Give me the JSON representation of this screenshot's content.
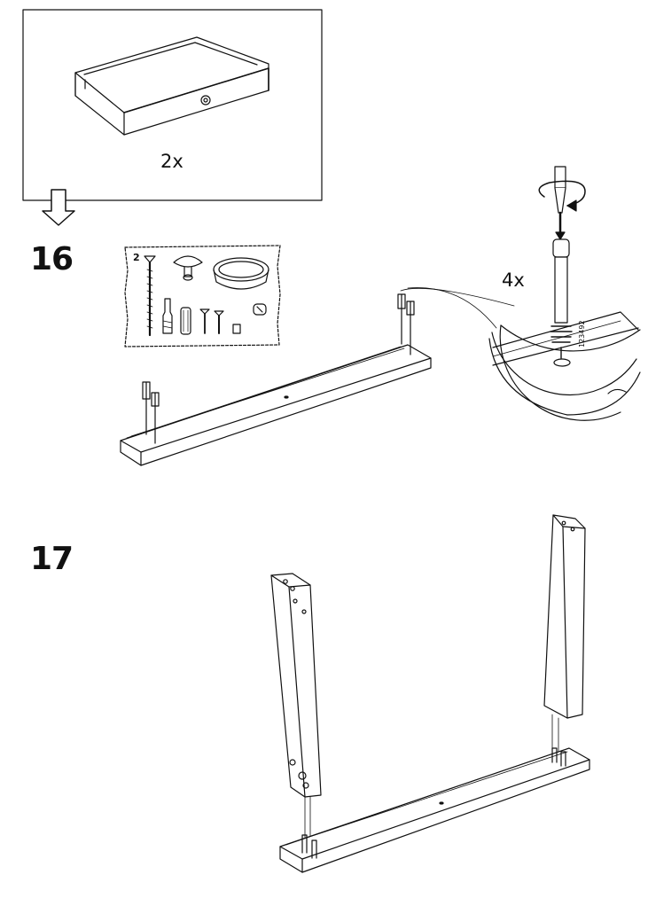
{
  "steps": {
    "previous": {
      "quantity": "2x"
    },
    "step16": {
      "number": "16",
      "pack_count": "2",
      "zoom_quantity": "4x",
      "article_number": "123492"
    },
    "step17": {
      "number": "17"
    }
  }
}
